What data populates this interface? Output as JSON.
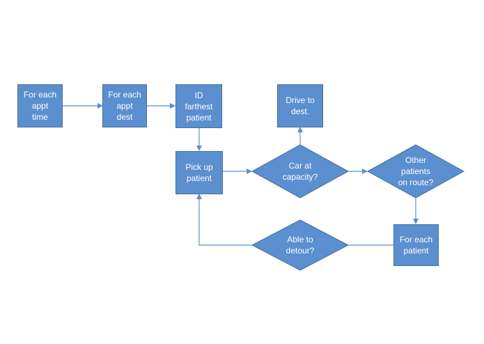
{
  "colors": {
    "node_fill": "#5b8fcf",
    "node_border": "#41719c",
    "node_text": "#ffffff",
    "connector": "#5b8fcf"
  },
  "nodes": {
    "for_each_appt_time": {
      "label": "For each\nappt\ntime",
      "shape": "rectangle"
    },
    "for_each_appt_dest": {
      "label": "For each\nappt\ndest",
      "shape": "rectangle"
    },
    "id_farthest_patient": {
      "label": "ID\nfarthest\npatient",
      "shape": "rectangle"
    },
    "drive_to_dest": {
      "label": "Drive to\ndest.",
      "shape": "rectangle"
    },
    "pick_up_patient": {
      "label": "Pick up\npatient",
      "shape": "rectangle"
    },
    "car_at_capacity": {
      "label": "Car at\ncapacity?",
      "shape": "diamond"
    },
    "other_patients_on_route": {
      "label": "Other\npatients\non route?",
      "shape": "diamond"
    },
    "for_each_patient": {
      "label": "For each\npatient",
      "shape": "rectangle"
    },
    "able_to_detour": {
      "label": "Able to\ndetour?",
      "shape": "diamond"
    }
  },
  "edges": [
    {
      "from": "for_each_appt_time",
      "to": "for_each_appt_dest"
    },
    {
      "from": "for_each_appt_dest",
      "to": "id_farthest_patient"
    },
    {
      "from": "id_farthest_patient",
      "to": "pick_up_patient"
    },
    {
      "from": "pick_up_patient",
      "to": "car_at_capacity"
    },
    {
      "from": "car_at_capacity",
      "to": "drive_to_dest"
    },
    {
      "from": "car_at_capacity",
      "to": "other_patients_on_route"
    },
    {
      "from": "other_patients_on_route",
      "to": "for_each_patient"
    },
    {
      "from": "for_each_patient",
      "to": "able_to_detour"
    },
    {
      "from": "able_to_detour",
      "to": "pick_up_patient"
    }
  ]
}
